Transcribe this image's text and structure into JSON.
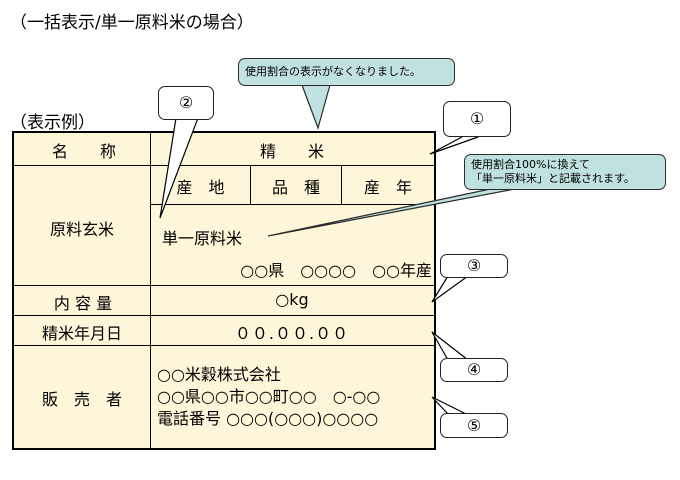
{
  "title": "（一括表示/単一原料米の場合）",
  "example_label": "（表示例）",
  "table": {
    "rows": {
      "name": {
        "label": "名　　称",
        "value": "精　　米"
      },
      "raw": {
        "label": "原料玄米",
        "headers": [
          "産　地",
          "品　種",
          "産　年"
        ],
        "single": "単一原料米",
        "origin": "○○県　○○○○　○○年産"
      },
      "content": {
        "label": "内 容 量",
        "value": "○kg"
      },
      "date": {
        "label": "精米年月日",
        "value": "００.００.００"
      },
      "seller": {
        "label": "販　売　者",
        "lines": [
          "○○米穀株式会社",
          "○○県○○市○○町○○　○-○○",
          "電話番号 ○○○(○○○)○○○○"
        ]
      }
    }
  },
  "callouts": {
    "n1": "①",
    "n2": "②",
    "n3": "③",
    "n4": "④",
    "n5": "⑤"
  },
  "notes": {
    "usage_removed": "使用割合の表示がなくなりました。",
    "replaced_line1": "使用割合100%に換えて",
    "replaced_line2": "「単一原料米」と記載されます。"
  },
  "colors": {
    "table_bg": "#fdf6d8",
    "note_bg": "#bfe1df"
  }
}
